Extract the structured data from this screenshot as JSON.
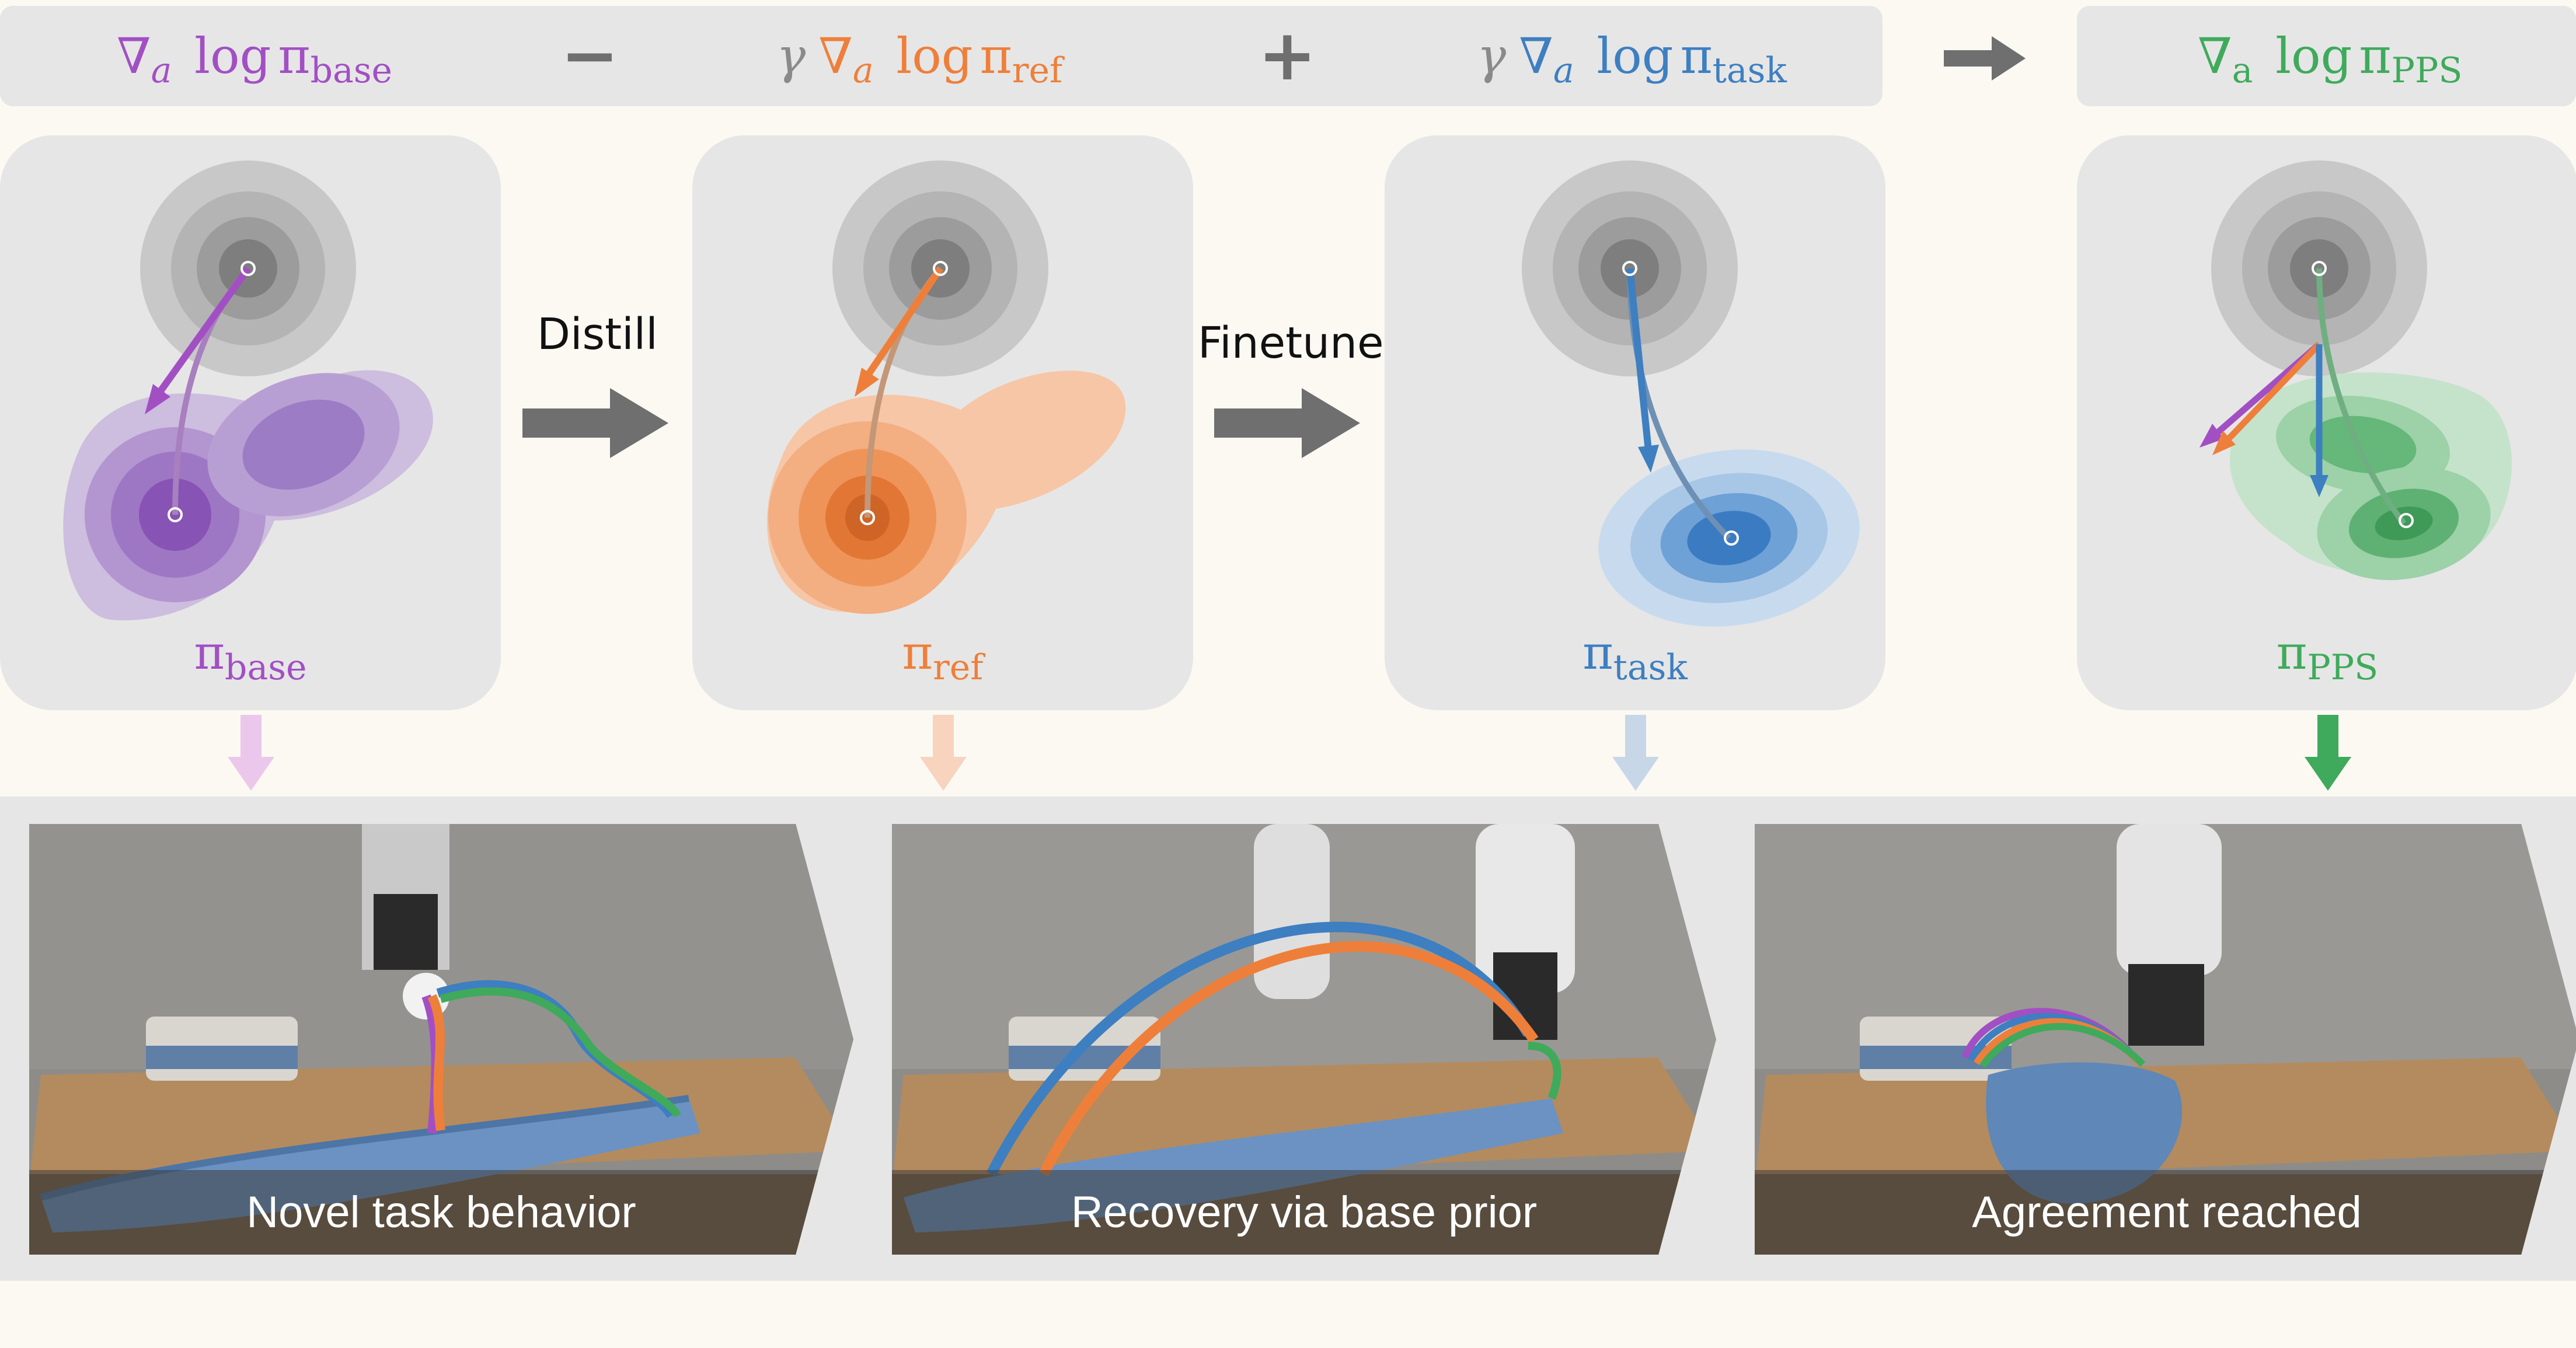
{
  "colors": {
    "base": "#a24fc4",
    "ref": "#ee7f3a",
    "task": "#3d7fc1",
    "pps": "#3faa5b",
    "operator": "#6f6f6f",
    "gamma": "#8a8a8a"
  },
  "equation": {
    "nabla": "∇",
    "nabla_sub": "a",
    "pps_nabla_sub": "a",
    "log": "log",
    "pi": "π",
    "gamma": "γ",
    "minus": "−",
    "plus": "+",
    "base_sub": "base",
    "ref_sub": "ref",
    "task_sub": "task",
    "pps_sub": "PPS"
  },
  "panels": [
    {
      "id": "base",
      "pi": "π",
      "sub": "base"
    },
    {
      "id": "ref",
      "pi": "π",
      "sub": "ref"
    },
    {
      "id": "task",
      "pi": "π",
      "sub": "task"
    },
    {
      "id": "pps",
      "pi": "π",
      "sub": "PPS"
    }
  ],
  "steps": {
    "distill": "Distill",
    "finetune": "Finetune"
  },
  "icons": {
    "operator_arrow": "right-arrow-icon",
    "step_arrow": "gray-block-arrow-icon",
    "down_arrow": "down-arrow-icon"
  },
  "photos": [
    {
      "caption": "Novel task behavior"
    },
    {
      "caption": "Recovery via base prior"
    },
    {
      "caption": "Agreement reached"
    }
  ]
}
